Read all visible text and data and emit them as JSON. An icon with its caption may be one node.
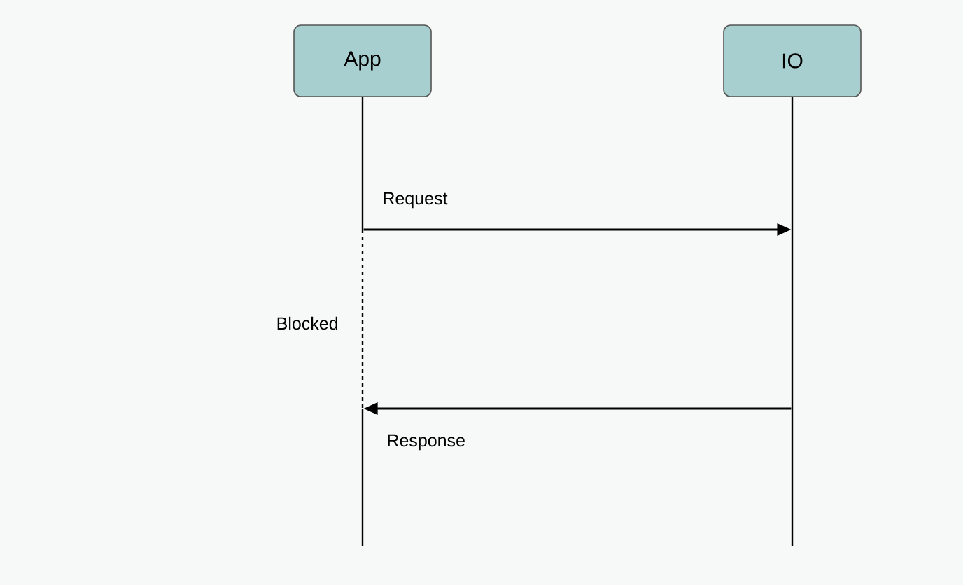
{
  "diagram": {
    "nodes": [
      {
        "text": [
          "App"
        ]
      },
      {
        "text": [
          "IO"
        ]
      }
    ],
    "edges": [
      {
        "from": 0,
        "to": 1,
        "arrow": "to",
        "label": "Request"
      },
      {
        "from": 1,
        "to": 0,
        "arrow": "to",
        "label": "Response"
      }
    ],
    "labels": [
      "Blocked"
    ]
  }
}
